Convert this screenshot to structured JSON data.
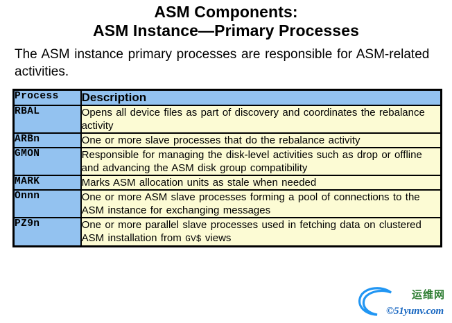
{
  "slide": {
    "title_line1": "ASM Components:",
    "title_line2": "ASM Instance—Primary Processes",
    "intro": "The ASM instance primary processes are responsible for ASM-related activities."
  },
  "table": {
    "headers": {
      "process": "Process",
      "description": "Description"
    },
    "rows": [
      {
        "process": "RBAL",
        "description": "Opens all device files as part of discovery and coordinates the rebalance activity"
      },
      {
        "process": "ARBn",
        "description": "One or more slave processes that do the rebalance activity"
      },
      {
        "process": "GMON",
        "description": "Responsible for managing the disk-level activities such as drop or offline and advancing the ASM disk group compatibility"
      },
      {
        "process": "MARK",
        "description": "Marks ASM allocation units as stale when needed"
      },
      {
        "process": "Onnn",
        "description": "One or more ASM slave processes forming a pool of connections to the ASM instance for exchanging messages"
      },
      {
        "process": "PZ9n",
        "description_before": "One or more parallel slave processes used in fetching data on clustered ASM installation from ",
        "description_mono": "GV$",
        "description_after": " views"
      }
    ]
  },
  "watermark": {
    "chinese": "运维网",
    "domain": "©51yunv.com"
  },
  "colors": {
    "header_blue": "#93C2F0",
    "process_blue": "#93C2F0",
    "description_yellow": "#FCFBD4",
    "border_black": "#000000",
    "watermark_green": "#2E7D32",
    "watermark_blue": "#1565C0"
  }
}
